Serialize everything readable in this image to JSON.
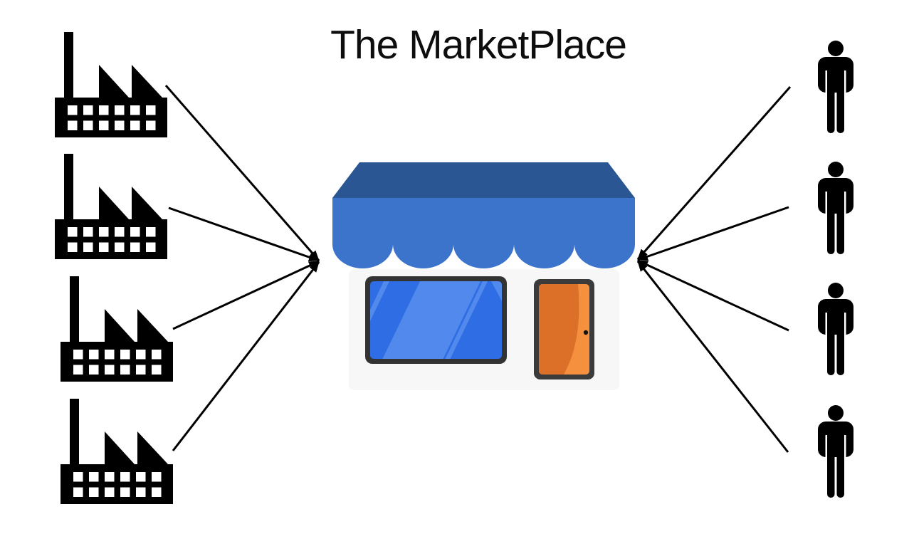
{
  "title": "The MarketPlace",
  "diagram": {
    "type": "hub-and-spoke",
    "center": {
      "id": "marketplace",
      "icon": "storefront-icon",
      "description": "store with blue scalloped awning, blue shop window and orange door"
    },
    "producers": {
      "count": 4,
      "icon": "factory-icon",
      "items": [
        {
          "id": "factory-1"
        },
        {
          "id": "factory-2"
        },
        {
          "id": "factory-3"
        },
        {
          "id": "factory-4"
        }
      ]
    },
    "consumers": {
      "count": 4,
      "icon": "person-icon",
      "items": [
        {
          "id": "consumer-1"
        },
        {
          "id": "consumer-2"
        },
        {
          "id": "consumer-3"
        },
        {
          "id": "consumer-4"
        }
      ]
    },
    "connections": [
      {
        "from": "factory-1",
        "to": "marketplace"
      },
      {
        "from": "factory-2",
        "to": "marketplace"
      },
      {
        "from": "factory-3",
        "to": "marketplace"
      },
      {
        "from": "factory-4",
        "to": "marketplace"
      },
      {
        "from": "consumer-1",
        "to": "marketplace"
      },
      {
        "from": "consumer-2",
        "to": "marketplace"
      },
      {
        "from": "consumer-3",
        "to": "marketplace"
      },
      {
        "from": "consumer-4",
        "to": "marketplace"
      }
    ]
  },
  "colors": {
    "background": "#ffffff",
    "icon_black": "#000000",
    "arrow": "#000000",
    "awning_top": "#2b5694",
    "awning_front": "#3d74cb",
    "store_body": "#f7f7f7",
    "window_frame": "#333333",
    "window_blue": "#2e6de3",
    "window_highlight": "#5289ec",
    "door_frame": "#3b3b3b",
    "door_light": "#f5913e",
    "door_dark": "#dd7029",
    "knob": "#141414"
  }
}
